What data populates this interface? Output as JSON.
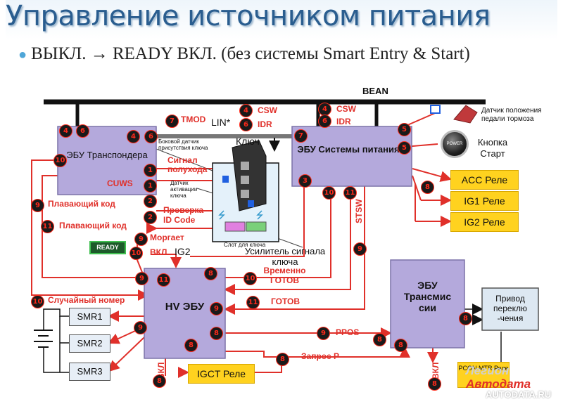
{
  "title": "Управление источником питания",
  "bullet": "ВЫКЛ. → READY ВКЛ. (без системы Smart Entry & Start)",
  "bus": {
    "bean": "BEAN",
    "lin": "LIN*"
  },
  "boxes": {
    "transponder_ecu": "ЭБУ Транспондера",
    "power_ecu": "ЭБУ Системы питания",
    "hv_ecu": "HV ЭБУ",
    "trans_ecu": "ЭБУ Трансмис сии",
    "shift_actuator": "Привод переклю -чения"
  },
  "relays": {
    "acc": "ACC Реле",
    "ig1": "IG1 Реле",
    "ig2": "IG2 Реле",
    "igct": "IGCT Реле",
    "pcon": "PCON MTR Реле"
  },
  "smr": [
    "SMR1",
    "SMR2",
    "SMR3"
  ],
  "signals": {
    "tmod": "TMOD",
    "csw_top": "CSW",
    "idr_top": "IDR",
    "csw_power": "CSW",
    "idr_power": "IDR",
    "half_turn_signal": "Сигнал полухода",
    "cuws": "CUWS",
    "float_code_1": "Плавающий код",
    "float_code_2": "Плавающий код",
    "id_check": "Проверка ID Code",
    "blinks": "Моргает",
    "on_label": "ВКЛ.",
    "ig2_label": "IG2",
    "temp_ready": "Временно ГОТОВ",
    "ready": "ГОТОВ",
    "random_number": "Случайный номер",
    "ppos": "PPOS",
    "request_p": "Запрос P",
    "stsw": "STSW",
    "vkl_hv": "ВКЛ",
    "vkl_trans": "ВКЛ"
  },
  "texts": {
    "key": "Ключ",
    "side_sensor": "Боковой датчик присутствия ключа",
    "key_activated_sensor": "Датчик активации ключа",
    "key_slot": "Слот для ключа",
    "amplifier": "Усилитель сигнала ключа",
    "brake_sensor": "Датчик положения педали тормоза",
    "start_button": "Кнопка Старт",
    "ready_badge": "READY",
    "power_btn": "POWER"
  },
  "watermark": {
    "line1": "Легион",
    "line2": "Автодата",
    "line3": "AUTODATA.RU"
  },
  "colors": {
    "title": "#2a5d8f",
    "box": "#b4a9dc",
    "relay": "#ffd21f",
    "signal": "#e0302a",
    "bus": "#111111"
  }
}
